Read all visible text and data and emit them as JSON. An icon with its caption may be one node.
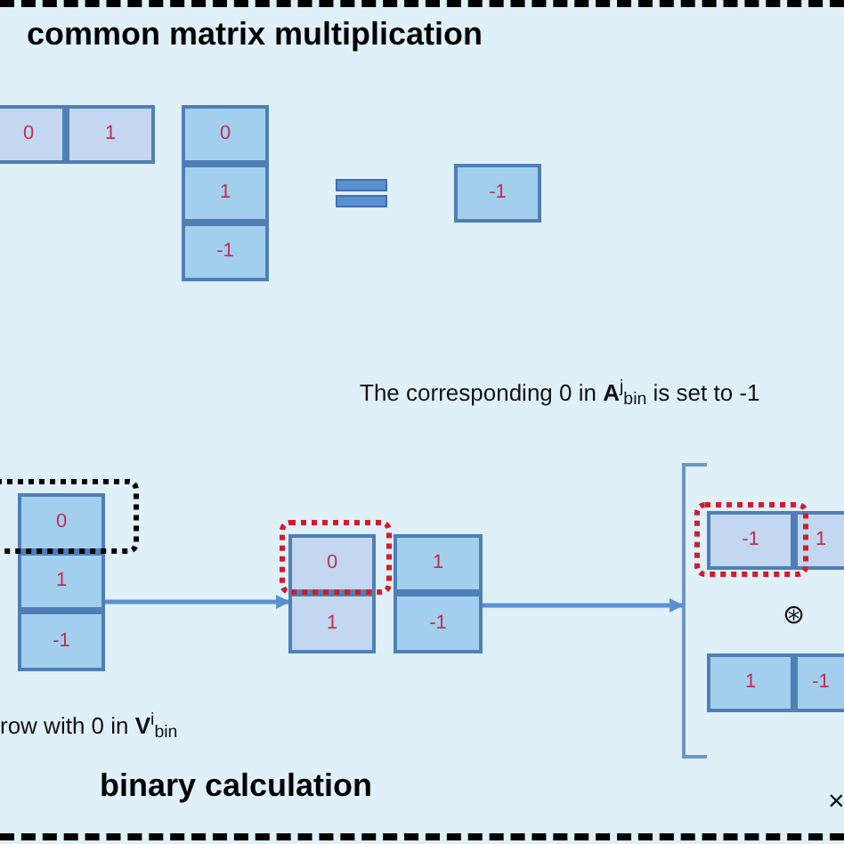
{
  "diagram": {
    "nodes": [
      {
        "text": [
          "0"
        ]
      },
      {
        "text": [
          "1"
        ]
      },
      {
        "text": [
          "0"
        ]
      },
      {
        "text": [
          "1"
        ]
      },
      {
        "text": [
          "-1"
        ]
      },
      {
        "text": [
          "-1"
        ]
      },
      {
        "text": [
          "0"
        ]
      },
      {
        "text": [
          "1"
        ]
      },
      {
        "text": [
          "-1"
        ]
      },
      {
        "text": [
          "0"
        ]
      },
      {
        "text": [
          "1"
        ]
      },
      {
        "text": [
          "1"
        ]
      },
      {
        "text": [
          "-1"
        ]
      },
      {
        "text": [
          "-1"
        ]
      },
      {
        "text": [
          "1"
        ]
      },
      {
        "text": [
          "1"
        ]
      },
      {
        "text": [
          "-1"
        ]
      },
      {
        "text": [],
        "shape": "bracket"
      }
    ],
    "edges": [
      {
        "from": 7,
        "to": 11,
        "arrow": "to"
      },
      {
        "from": 12,
        "to": 17,
        "arrow": "to"
      }
    ],
    "labels": [
      "common matrix multiplication",
      "The corresponding 0 in **A**$^{j}$$_{bin}$ is set to -1",
      "row with 0 in **V**$^{i}$$_{bin}$",
      "⊛",
      "binary calculation",
      "×"
    ]
  }
}
